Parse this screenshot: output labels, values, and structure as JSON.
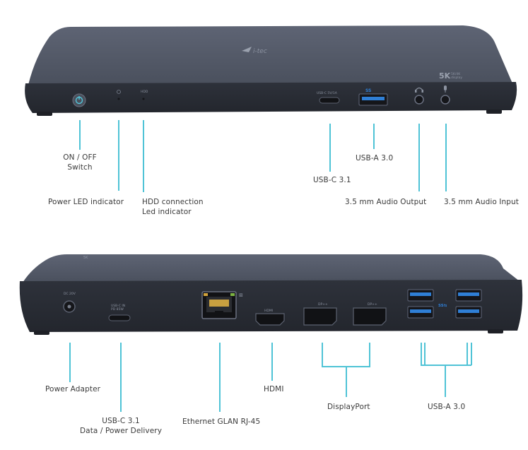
{
  "front": {
    "brand": "i-tec",
    "badge_main": "5K",
    "badge_sub_1": "5K/4K",
    "badge_sub_2": "display",
    "port_text_usbc": "USB-C 5V/1A",
    "port_text_hdd": "HDD",
    "usb_logo_text": "SS",
    "labels": {
      "on_off": "ON / OFF\nSwitch",
      "power_led": "Power LED indicator",
      "hdd_led": "HDD connection\nLed indicator",
      "usbc": "USB-C 3.1",
      "usba": "USB-A 3.0",
      "audio_out": "3.5 mm Audio Output",
      "audio_in": "3.5 mm Audio Input"
    }
  },
  "back": {
    "dc_text_1": "DC 20V",
    "port_text_pd": "USB-C IN",
    "port_text_pd2": "PD 85W",
    "hdmi_text": "HDMI",
    "dp1_text": "DP++",
    "dp2_text": "DP++",
    "labels": {
      "power": "Power Adapter",
      "usbc": "USB-C 3.1\nData / Power Delivery",
      "ethernet": "Ethernet GLAN RJ-45",
      "hdmi": "HDMI",
      "displayport": "DisplayPort",
      "usba": "USB-A 3.0"
    }
  },
  "colors": {
    "body": "#3b404b",
    "top": "#5a6070",
    "face": "#2b2f37",
    "usb_blue": "#2f7fd6",
    "line": "#4fc3d6"
  }
}
